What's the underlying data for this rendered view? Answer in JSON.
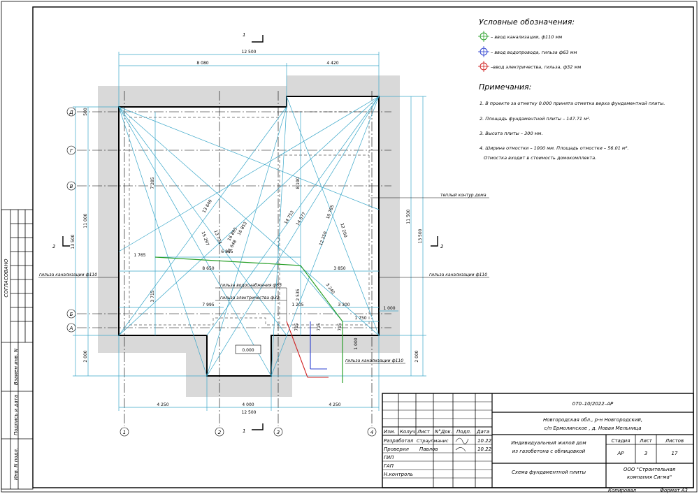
{
  "legend": {
    "title": "Условные обозначения:",
    "items": [
      {
        "color": "#2aa02a",
        "text": "– ввод канализации, ф110 мм"
      },
      {
        "color": "#2b3fd0",
        "text": "– ввод водопровода, гильза ф63 мм"
      },
      {
        "color": "#d02020",
        "text": "–ввод электричества, гильза, ф32 мм"
      }
    ]
  },
  "notes": {
    "title": "Примечания:",
    "n1": "1. В проекте за отметку 0.000 принята отметка верха фундаментной плиты.",
    "n2": "2. Площадь фундаментной плиты – 147.71 м².",
    "n3": "3. Высота плиты – 300 мм.",
    "n4a": "4. Ширина отмостки – 1000 мм. Площадь отмостки – 56.01 м².",
    "n4b": "Отмостка входит в стоимость домокомплекта."
  },
  "axes": {
    "cols": [
      "1",
      "2",
      "3",
      "4"
    ],
    "rows": [
      "Д",
      "Г",
      "В",
      "Б",
      "А"
    ]
  },
  "section_marks": {
    "s1": "1",
    "s2": "2"
  },
  "dims": {
    "top_total": "12 500",
    "top_a": "8 080",
    "top_b": "4 420",
    "bot_total": "12 500",
    "bot_a": "4 250",
    "bot_b": "4 000",
    "bot_c": "4 250",
    "left_total": "13 500",
    "left_main": "11 000",
    "left_bot": "2 000",
    "right_total": "13 500",
    "right_main": "11 500",
    "right_bot": "2 000",
    "d500": "500",
    "d1000a": "1 000",
    "d1000b": "1 000",
    "d7285": "7 285",
    "d8190": "8 190",
    "d3715": "3 715",
    "d2535": "2 535",
    "d1765": "1 765",
    "d6895": "6 895",
    "d8650": "8 650",
    "d3850": "3 850",
    "d7995": "7 995",
    "d1205": "1 205",
    "d3300": "3 300",
    "d1750": "1 750",
    "d3240": "3 240",
    "d715a": "715",
    "d715b": "715",
    "d715c": "715",
    "diag1": "13 649",
    "diag2": "16 895",
    "diag3": "16 853",
    "diag4": "11 648",
    "diag5": "14 753",
    "diag6": "10 785",
    "diag7": "12 250",
    "diag8": "13 724",
    "diag9": "15 297",
    "diag10": "14 577",
    "diag11": "12 200"
  },
  "labels": {
    "contour": "теплый контур дома",
    "sewer_left": "гильза канализации ф110",
    "sewer_right": "гильза канализации ф110",
    "water": "гильза водоснабжения ф63",
    "elec": "гильза электричества ф32",
    "sewer_bottom": "гильза канализации ф110",
    "elev": "0.000"
  },
  "side_stamp": {
    "agreed": "СОГЛАСОВАНО",
    "inv_replace": "Взамен инв. N",
    "sign_date": "Подпись и дата",
    "inv_orig": "Инв. N подл."
  },
  "title_block": {
    "code": "070–10/2022–АР",
    "address1": "Новгородская обл., р-н Новгородский,",
    "address2": "с/п Ермолинское , д. Новая Мельница",
    "h_izm": "Изм.",
    "h_koluch": "Колуч",
    "h_list": "Лист",
    "h_ndok": "N°Док.",
    "h_podp": "Подп.",
    "h_date": "Дата",
    "r1_role": "Разработал",
    "r1_name": "Страупманис",
    "r1_date": "10.22",
    "r2_role": "Проверил",
    "r2_name": "Павлов",
    "r2_date": "10.22",
    "r3_role": "ГИП",
    "r4_role": "ГАП",
    "r5_role": "Н.контроль",
    "object1": "Индивидуальный жилой дом",
    "object2": "из газобетона с облицовкой",
    "h_stage": "Стадия",
    "h_sheet": "Лист",
    "h_sheets": "Листов",
    "stage": "АР",
    "sheet": "3",
    "sheets": "17",
    "drawing": "Схема фундаментной плиты",
    "company1": "ООО \"Строительная",
    "company2": "компания Сигма\"",
    "copied": "Копировал",
    "format": "Формат А3"
  }
}
